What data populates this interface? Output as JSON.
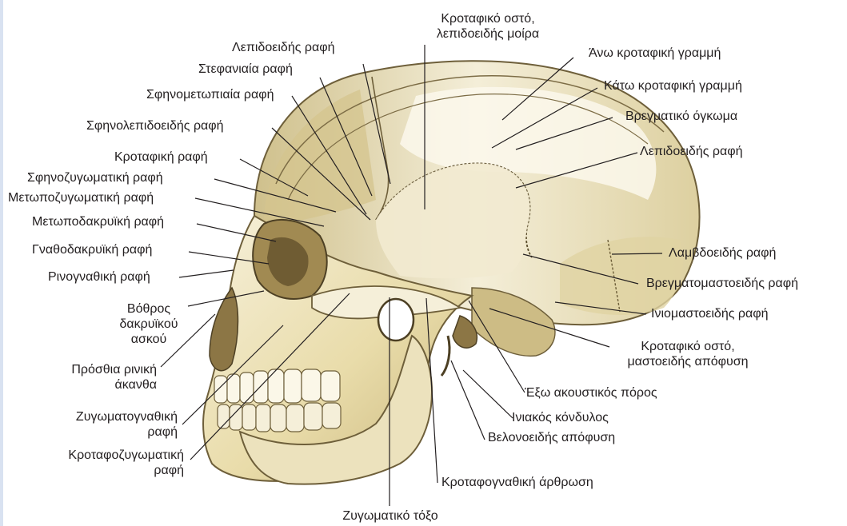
{
  "labels": {
    "lepidoeidis_rafi_top": "Λεπιδοειδής ραφή",
    "stefaniaia_rafi": "Στεφανιαία ραφή",
    "sfinometopiaia_rafi": "Σφηνομετωπιαία ραφή",
    "sfinolepidoeidis_rafi": "Σφηνολεπιδοειδής ραφή",
    "krotafiki_rafi": "Κροταφική ραφή",
    "sfinozygomatiki_rafi": "Σφηνοζυγωματική ραφή",
    "metopozygomatiki_rafi": "Μετωποζυγωματική ραφή",
    "metopodakryiki_rafi": "Μετωποδακρυϊκή ραφή",
    "gnathodakryiki_rafi": "Γναθοδακρυϊκή ραφή",
    "rinognathiki_rafi": "Ρινογναθική ραφή",
    "vothros_line1": "Βόθρος",
    "vothros_line2": "δακρυϊκού",
    "vothros_line3": "ασκού",
    "akantha_line1": "Πρόσθια ρινική",
    "akantha_line2": "άκανθα",
    "zygomatognathiki_line1": "Ζυγωματογναθική",
    "zygomatognathiki_line2": "ραφή",
    "krotafozygomatiki_line1": "Κροταφοζυγωματική",
    "krotafozygomatiki_line2": "ραφή",
    "zygomatiko_toxo": "Ζυγωματικό τόξο",
    "krotafiko_lepidoeidis_line1": "Κροταφικό οστό,",
    "krotafiko_lepidoeidis_line2": "λεπιδοειδής μοίρα",
    "ano_krotafiki_grammi": "Άνω κροταφική γραμμή",
    "kato_krotafiki_grammi": "Κάτω κροταφική γραμμή",
    "vregmatiko_ogkoma": "Βρεγματικό όγκωμα",
    "lepidoeidis_rafi_right": "Λεπιδοειδής ραφή",
    "lamvdoeidis_rafi": "Λαμβδοειδής ραφή",
    "vregmatomastoeidis_rafi": "Βρεγματομαστοειδής ραφή",
    "iniomastoeidis_rafi": "Ινιομαστοειδής ραφή",
    "mastoeidis_line1": "Κροταφικό οστό,",
    "mastoeidis_line2": "μαστοειδής απόφυση",
    "akoustikos_poros": "Έξω ακουστικός πόρος",
    "iniakos_kondylos": "Ινιακός κόνδυλος",
    "velonoeidis_apofysi": "Βελονοειδής απόφυση",
    "krotafognathiki_arthrosi": "Κροταφογναθική άρθρωση"
  },
  "colors": {
    "bone_light": "#f3ecd3",
    "bone_mid": "#e1d39e",
    "bone_shadow": "#bda86b",
    "outline": "#6e5f3a",
    "leader": "#231f20",
    "edge": "#d9e2f1"
  }
}
